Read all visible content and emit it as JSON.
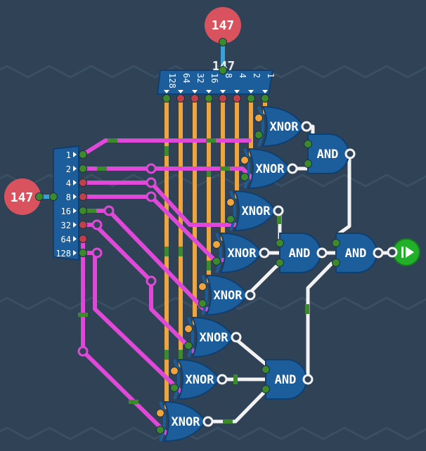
{
  "colors": {
    "background": "#2f4256",
    "zigzag": "#3a4f63",
    "pink_wire": "#e048d8",
    "orange_wire": "#f0a43c",
    "white_wire": "#f2f2f2",
    "blue_wire": "#3aa0d8",
    "gate_fill": "#1c5d9c",
    "gate_stroke": "#0f3f70",
    "input_red": "#d9535f",
    "output_green": "#22b02a",
    "pin_green": "#3c8a2c",
    "pin_red": "#c0404a"
  },
  "top_input": {
    "value": "147",
    "ghost_value": "147"
  },
  "left_input": {
    "value": "147"
  },
  "top_splitter": {
    "bits": [
      "128",
      "64",
      "32",
      "16",
      "8",
      "4",
      "2",
      "1"
    ]
  },
  "left_splitter": {
    "bits": [
      "1",
      "2",
      "4",
      "8",
      "16",
      "32",
      "64",
      "128"
    ]
  },
  "xnor_gates": [
    {
      "label": "XNOR"
    },
    {
      "label": "XNOR"
    },
    {
      "label": "XNOR"
    },
    {
      "label": "XNOR"
    },
    {
      "label": "XNOR"
    },
    {
      "label": "XNOR"
    },
    {
      "label": "XNOR"
    },
    {
      "label": "XNOR"
    }
  ],
  "and_gates": [
    {
      "label": "AND"
    },
    {
      "label": "AND"
    },
    {
      "label": "AND"
    },
    {
      "label": "AND"
    }
  ],
  "output": {
    "icon": "play-icon"
  }
}
